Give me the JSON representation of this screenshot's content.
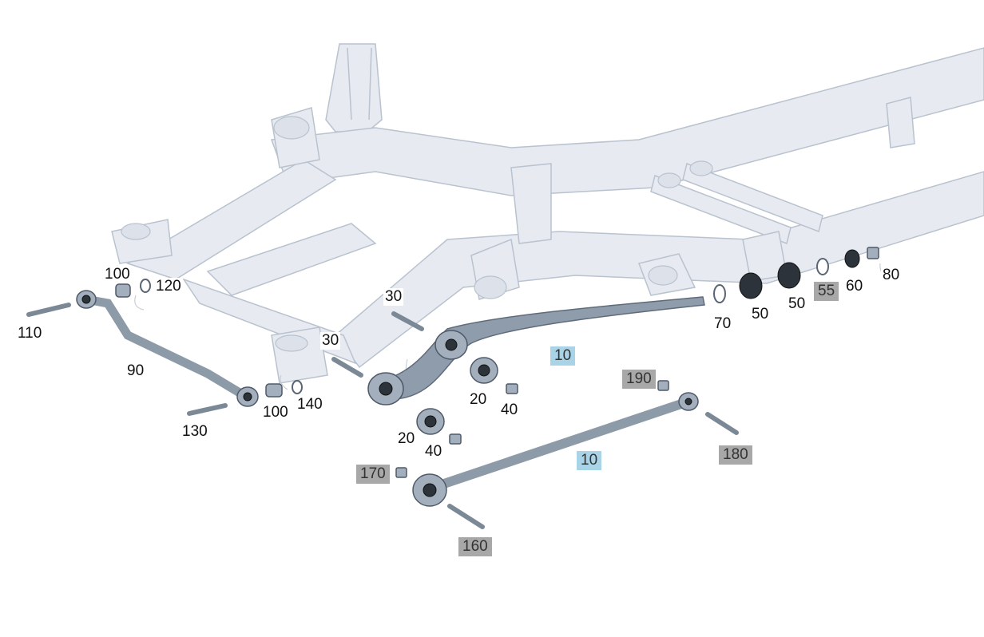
{
  "parts": [
    {
      "id": "p10a",
      "label": "10",
      "highlight": "blue"
    },
    {
      "id": "p10b",
      "label": "10",
      "highlight": "blue"
    },
    {
      "id": "p20a",
      "label": "20",
      "highlight": "none"
    },
    {
      "id": "p20b",
      "label": "20",
      "highlight": "none"
    },
    {
      "id": "p30a",
      "label": "30",
      "highlight": "none"
    },
    {
      "id": "p30b",
      "label": "30",
      "highlight": "none"
    },
    {
      "id": "p40a",
      "label": "40",
      "highlight": "none"
    },
    {
      "id": "p40b",
      "label": "40",
      "highlight": "none"
    },
    {
      "id": "p50a",
      "label": "50",
      "highlight": "none"
    },
    {
      "id": "p50b",
      "label": "50",
      "highlight": "none"
    },
    {
      "id": "p55",
      "label": "55",
      "highlight": "gray"
    },
    {
      "id": "p60",
      "label": "60",
      "highlight": "none"
    },
    {
      "id": "p70",
      "label": "70",
      "highlight": "none"
    },
    {
      "id": "p80",
      "label": "80",
      "highlight": "none"
    },
    {
      "id": "p90",
      "label": "90",
      "highlight": "none"
    },
    {
      "id": "p100a",
      "label": "100",
      "highlight": "none"
    },
    {
      "id": "p100b",
      "label": "100",
      "highlight": "none"
    },
    {
      "id": "p110",
      "label": "110",
      "highlight": "none"
    },
    {
      "id": "p120",
      "label": "120",
      "highlight": "none"
    },
    {
      "id": "p130",
      "label": "130",
      "highlight": "none"
    },
    {
      "id": "p140",
      "label": "140",
      "highlight": "none"
    },
    {
      "id": "p160",
      "label": "160",
      "highlight": "gray"
    },
    {
      "id": "p170",
      "label": "170",
      "highlight": "gray"
    },
    {
      "id": "p180",
      "label": "180",
      "highlight": "gray"
    },
    {
      "id": "p190",
      "label": "190",
      "highlight": "gray"
    }
  ],
  "colors": {
    "highlight_blue": "#a9d3e6",
    "highlight_gray": "#a8a8a8",
    "frame": "#e7ebf1",
    "component": "#8f9cab"
  }
}
